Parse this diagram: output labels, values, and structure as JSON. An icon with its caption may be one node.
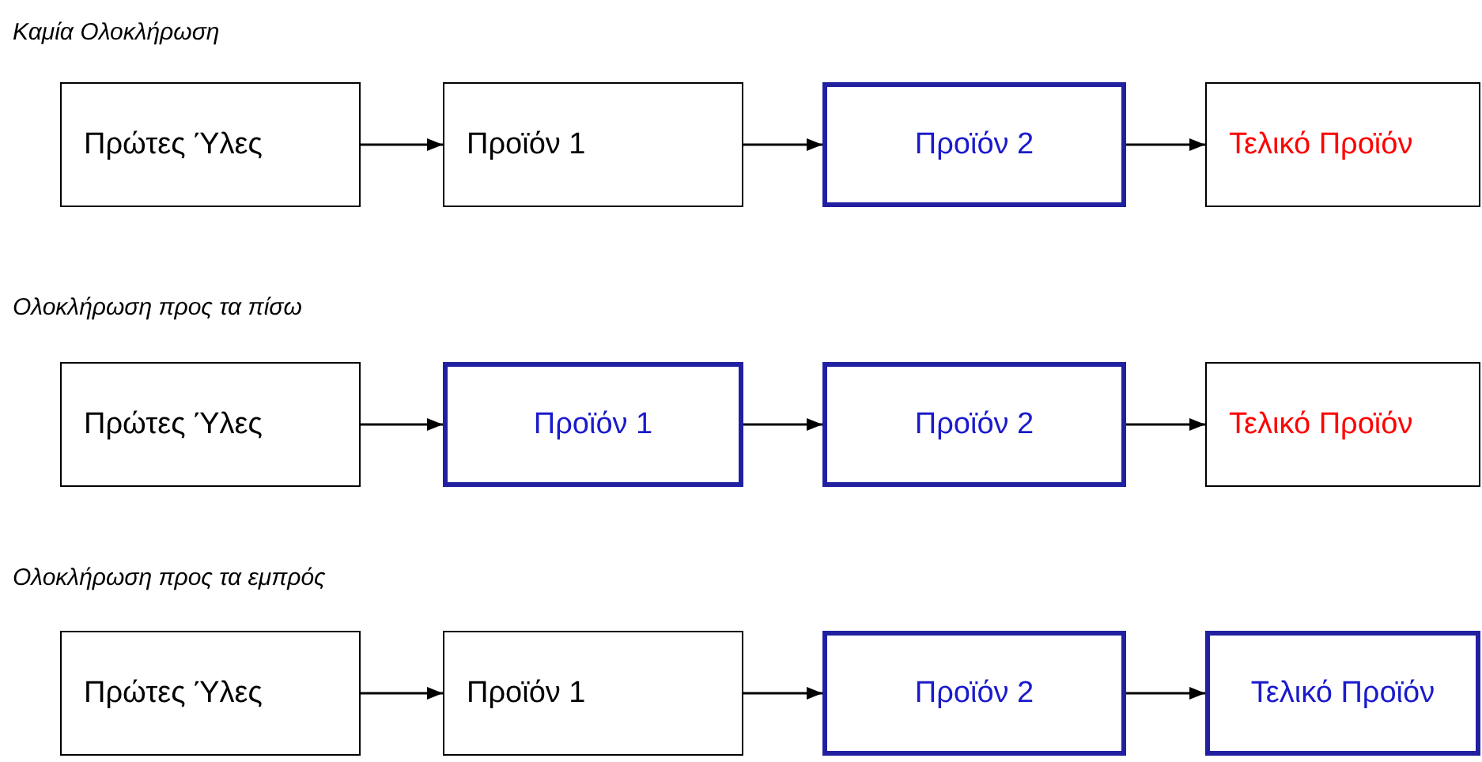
{
  "diagram": {
    "nodes": [
      {
        "text": [
          "Πρώτες Ύλες"
        ]
      },
      {
        "text": [
          "Προϊόν 1"
        ]
      },
      {
        "text": [
          "Προϊόν 2"
        ]
      },
      {
        "text": [
          "Τελικό Προϊόν"
        ]
      },
      {
        "text": [
          "Πρώτες Ύλες"
        ]
      },
      {
        "text": [
          "Προϊόν 1"
        ]
      },
      {
        "text": [
          "Προϊόν 2"
        ]
      },
      {
        "text": [
          "Τελικό Προϊόν"
        ]
      },
      {
        "text": [
          "Πρώτες Ύλες"
        ]
      },
      {
        "text": [
          "Προϊόν 1"
        ]
      },
      {
        "text": [
          "Προϊόν 2"
        ]
      },
      {
        "text": [
          "Τελικό Προϊόν"
        ]
      }
    ],
    "edges": [
      {
        "from": 0,
        "to": 1,
        "arrow": "to"
      },
      {
        "from": 1,
        "to": 2,
        "arrow": "to"
      },
      {
        "from": 2,
        "to": 3,
        "arrow": "to"
      },
      {
        "from": 4,
        "to": 5,
        "arrow": "to"
      },
      {
        "from": 5,
        "to": 6,
        "arrow": "to"
      },
      {
        "from": 6,
        "to": 7,
        "arrow": "to"
      },
      {
        "from": 8,
        "to": 9,
        "arrow": "to"
      },
      {
        "from": 9,
        "to": 10,
        "arrow": "to"
      },
      {
        "from": 10,
        "to": 11,
        "arrow": "to"
      }
    ],
    "labels": [
      "Καμία Ολοκλήρωση",
      "Ολοκλήρωση προς τα πίσω",
      "Ολοκλήρωση προς τα εμπρός"
    ]
  }
}
